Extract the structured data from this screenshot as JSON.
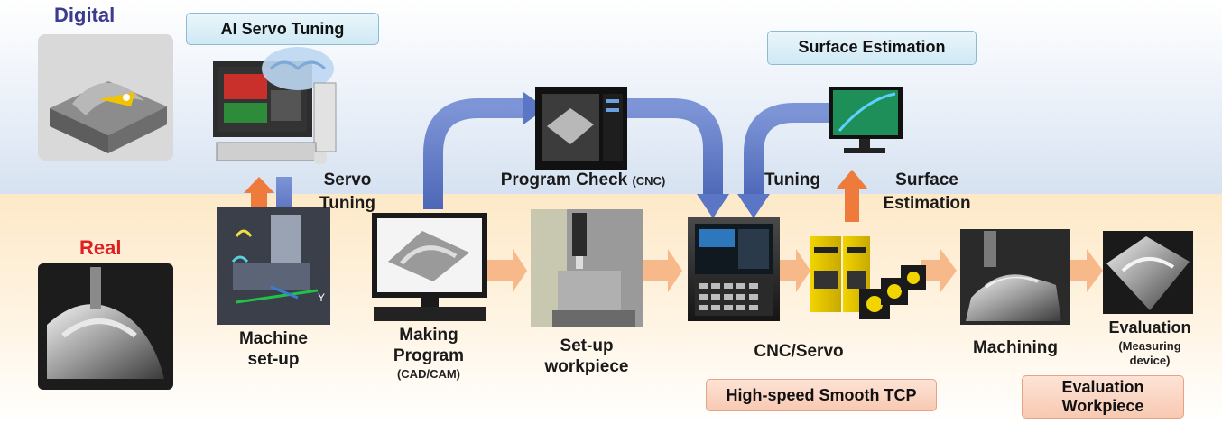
{
  "labels": {
    "digital": "Digital",
    "real": "Real",
    "ai_servo_tuning": "AI Servo Tuning",
    "surface_estimation_box": "Surface Estimation",
    "servo_tuning_1": "Servo",
    "servo_tuning_2": "Tuning",
    "program_check": "Program Check",
    "program_check_sub": "(CNC)",
    "tuning": "Tuning",
    "surface_est_1": "Surface",
    "surface_est_2": "Estimation",
    "machine_setup_1": "Machine",
    "machine_setup_2": "set-up",
    "making_program_1": "Making",
    "making_program_2": "Program",
    "making_program_sub": "(CAD/CAM)",
    "setup_workpiece_1": "Set-up",
    "setup_workpiece_2": "workpiece",
    "cnc_servo": "CNC/Servo",
    "machining": "Machining",
    "evaluation": "Evaluation",
    "evaluation_sub_1": "(Measuring",
    "evaluation_sub_2": "device)",
    "high_speed_tcp": "High-speed Smooth TCP",
    "evaluation_workpiece_1": "Evaluation",
    "evaluation_workpiece_2": "Workpiece",
    "axis_y": "Y"
  },
  "colors": {
    "blue_arrow": "#5a76c4",
    "orange_arrow": "#f7b98a",
    "orange_up": "#ee7a3c",
    "digital_text": "#3b3b8f",
    "real_text": "#e02020"
  }
}
